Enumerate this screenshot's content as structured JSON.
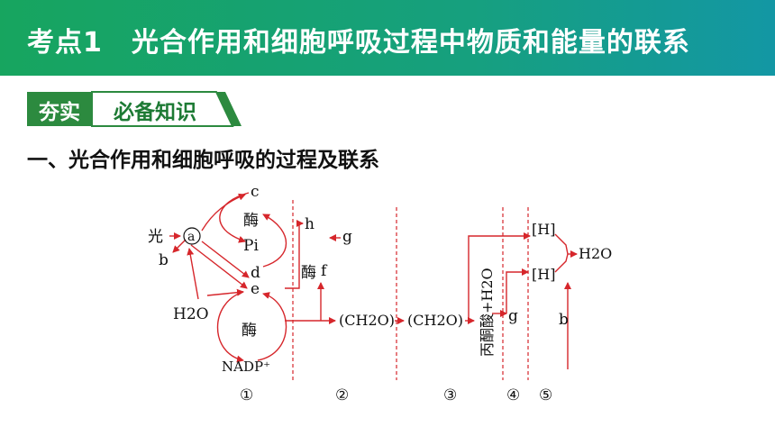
{
  "header": {
    "title_prefix": "考点1",
    "title": "光合作用和细胞呼吸过程中物质和能量的联系"
  },
  "badge": {
    "left": "夯实",
    "right": "必备知识"
  },
  "section_heading": "一、光合作用和细胞呼吸的过程及联系",
  "diagram": {
    "light": "光",
    "a": "a",
    "b": "b",
    "c": "c",
    "d": "d",
    "e": "e",
    "f": "f",
    "g": "g",
    "h": "h",
    "g2": "g",
    "b2": "b",
    "enzyme1": "酶",
    "enzyme2": "酶",
    "enzyme3": "酶",
    "pi": "Pi",
    "h2o": "H2O",
    "nadp": "NADP⁺",
    "ch2o_1": "(CH2O)",
    "ch2o_2": "(CH2O)",
    "pyruvate": "丙酮酸+H2O",
    "H1": "[H]",
    "H2": "[H]",
    "h2o_out": "H2O",
    "stage_labels": [
      "①",
      "②",
      "③",
      "④",
      "⑤"
    ]
  },
  "colors": {
    "title_bar": "#17a55f",
    "badge_green": "#2c8a3f",
    "arrow": "#d6262b",
    "text": "#111111"
  }
}
